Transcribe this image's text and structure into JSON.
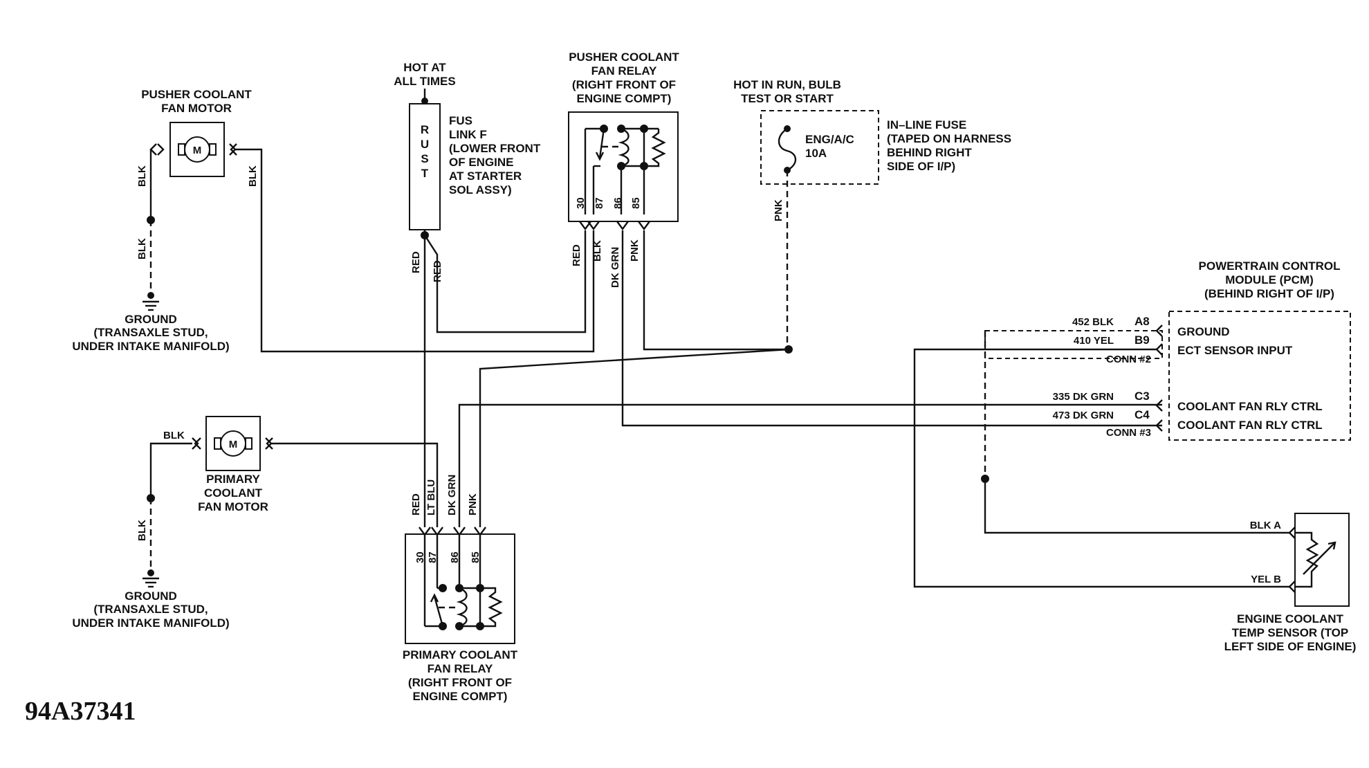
{
  "pusher_motor": {
    "label1": "PUSHER COOLANT",
    "label2": "FAN MOTOR",
    "motor": "M"
  },
  "ground1": {
    "label1": "GROUND",
    "label2": "(TRANSAXLE STUD,",
    "label3": "UNDER INTAKE MANIFOLD)"
  },
  "ground2": {
    "label1": "GROUND",
    "label2": "(TRANSAXLE STUD,",
    "label3": "UNDER INTAKE MANIFOLD)"
  },
  "hot_at_all_times": {
    "line1": "HOT AT",
    "line2": "ALL TIMES"
  },
  "fusible_link": {
    "body": [
      "R",
      "U",
      "S",
      "T"
    ],
    "line1": "FUS",
    "line2": "LINK F",
    "line3": "(LOWER FRONT",
    "line4": "OF ENGINE",
    "line5": "AT STARTER",
    "line6": "SOL ASSY)"
  },
  "pusher_relay": {
    "line1": "PUSHER COOLANT",
    "line2": "FAN RELAY",
    "line3": "(RIGHT FRONT OF",
    "line4": "ENGINE COMPT)",
    "pins": [
      "30",
      "87",
      "86",
      "85"
    ]
  },
  "hot_in_run": {
    "line1": "HOT IN RUN, BULB",
    "line2": "TEST OR START"
  },
  "inline_fuse": {
    "name": "ENG/A/C",
    "rating": "10A",
    "line1": "IN–LINE FUSE",
    "line2": "(TAPED ON HARNESS",
    "line3": "BEHIND RIGHT",
    "line4": "SIDE OF I/P)"
  },
  "primary_motor": {
    "label1": "PRIMARY",
    "label2": "COOLANT",
    "label3": "FAN MOTOR",
    "motor": "M"
  },
  "primary_relay": {
    "line1": "PRIMARY COOLANT",
    "line2": "FAN RELAY",
    "line3": "(RIGHT FRONT OF",
    "line4": "ENGINE COMPT)",
    "pins": [
      "30",
      "87",
      "86",
      "85"
    ]
  },
  "pcm": {
    "line1": "POWERTRAIN CONTROL",
    "line2": "MODULE (PCM)",
    "line3": "(BEHIND RIGHT OF I/P)",
    "rows": [
      {
        "wire": "452 BLK",
        "pin": "A8",
        "func": "GROUND"
      },
      {
        "wire": "410 YEL",
        "pin": "B9",
        "func": "ECT SENSOR INPUT"
      },
      {
        "wire": "335 DK GRN",
        "pin": "C3",
        "func": "COOLANT FAN RLY CTRL"
      },
      {
        "wire": "473 DK GRN",
        "pin": "C4",
        "func": "COOLANT FAN RLY CTRL"
      }
    ],
    "conn2": "CONN #2",
    "conn3": "CONN #3"
  },
  "sensor": {
    "line1": "ENGINE COOLANT",
    "line2": "TEMP SENSOR (TOP",
    "line3": "LEFT SIDE OF ENGINE)",
    "pin_a": "BLK  A",
    "pin_b": "YEL  B"
  },
  "wires": {
    "blk": "BLK",
    "red": "RED",
    "pnk": "PNK",
    "dk_grn": "DK GRN",
    "lt_blu": "LT BLU"
  },
  "figure_code": "94A37341"
}
